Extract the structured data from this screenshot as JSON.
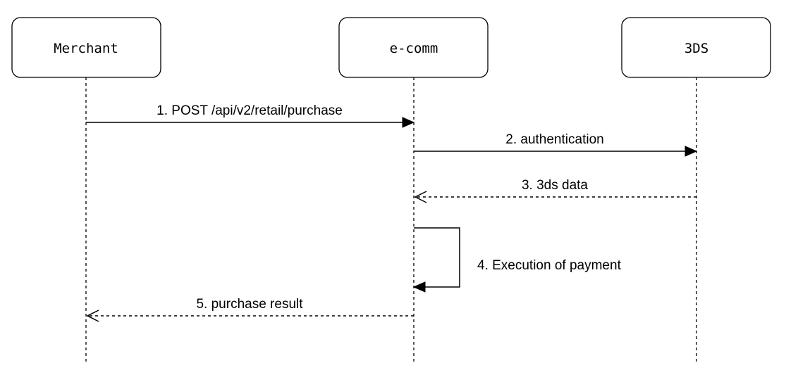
{
  "participants": {
    "merchant": "Merchant",
    "ecomm": "e-comm",
    "three_ds": "3DS"
  },
  "messages": {
    "m1": "1. POST /api/v2/retail/purchase",
    "m2": "2. authentication",
    "m3": "3. 3ds data",
    "m4": "4. Execution of payment",
    "m5": "5. purchase result"
  }
}
